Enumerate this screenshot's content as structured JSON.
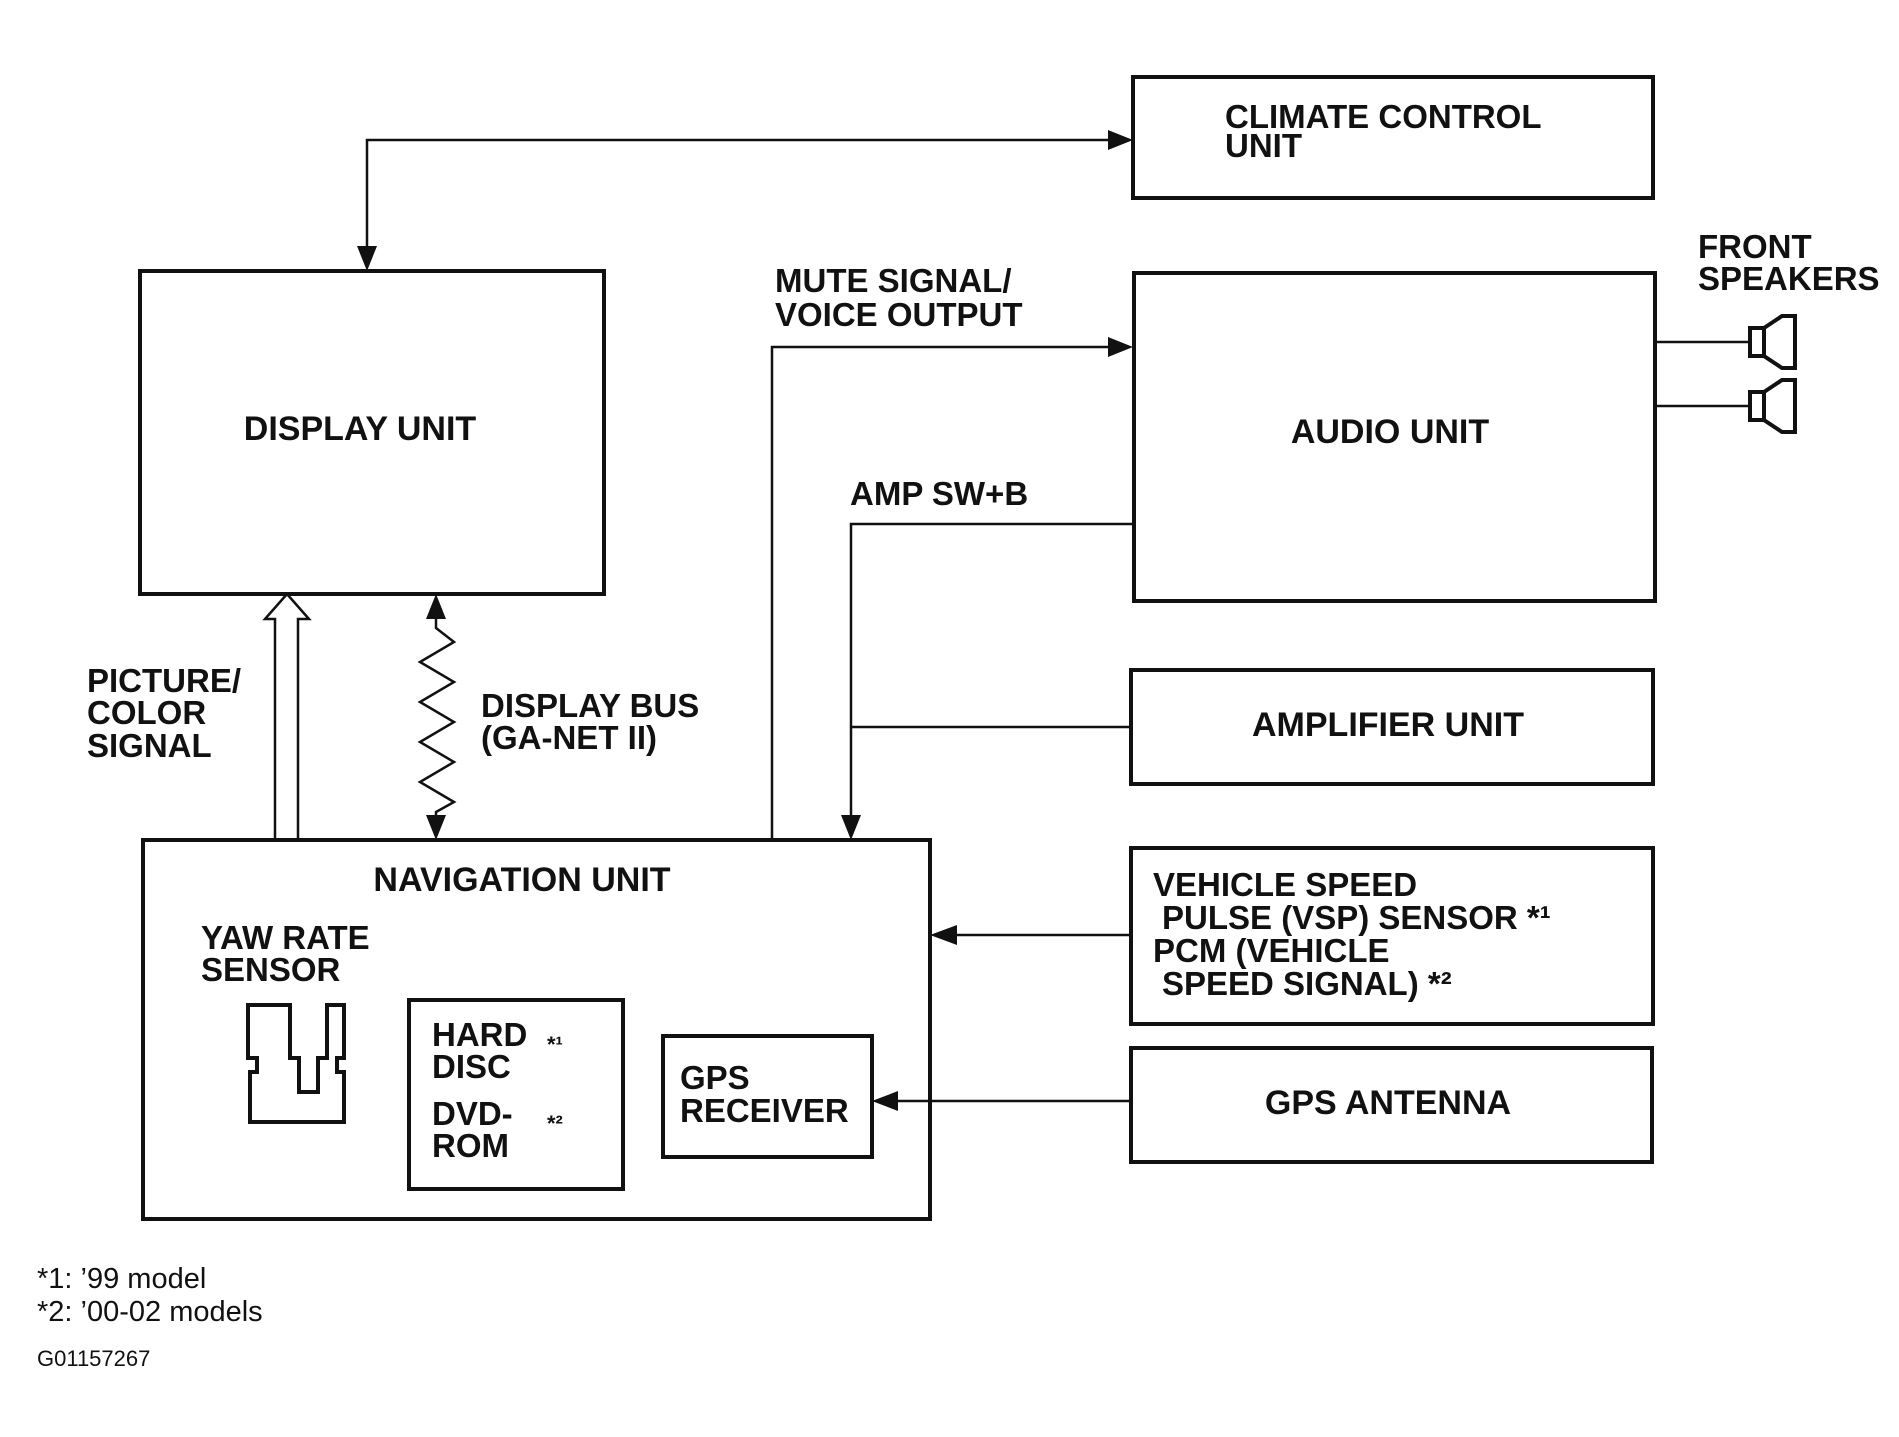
{
  "blocks": {
    "climate_control_unit": [
      "CLIMATE CONTROL",
      "UNIT"
    ],
    "display_unit": "DISPLAY UNIT",
    "audio_unit": "AUDIO UNIT",
    "amplifier_unit": "AMPLIFIER UNIT",
    "navigation_unit": "NAVIGATION UNIT",
    "vehicle_speed": [
      "VEHICLE SPEED",
      "PULSE (VSP) SENSOR *¹",
      "PCM (VEHICLE",
      "SPEED SIGNAL) *²"
    ],
    "gps_antenna": "GPS ANTENNA",
    "gps_receiver": [
      "GPS",
      "RECEIVER"
    ],
    "yaw_rate_sensor": [
      "YAW RATE",
      "SENSOR"
    ],
    "storage": {
      "hard_disc": [
        "HARD",
        "DISC"
      ],
      "hard_disc_note": "*¹",
      "dvd_rom": [
        "DVD-",
        "ROM"
      ],
      "dvd_rom_note": "*²"
    }
  },
  "signals": {
    "mute_voice": [
      "MUTE SIGNAL/",
      "VOICE OUTPUT"
    ],
    "amp_sw": "AMP SW+B",
    "picture_color": [
      "PICTURE/",
      "COLOR",
      "SIGNAL"
    ],
    "display_bus": [
      "DISPLAY BUS",
      "(GA-NET II)"
    ]
  },
  "speakers_label": [
    "FRONT",
    "SPEAKERS"
  ],
  "footnotes": [
    "*1: ’99 model",
    "*2: ’00-02 models"
  ],
  "figure_code": "G01157267"
}
